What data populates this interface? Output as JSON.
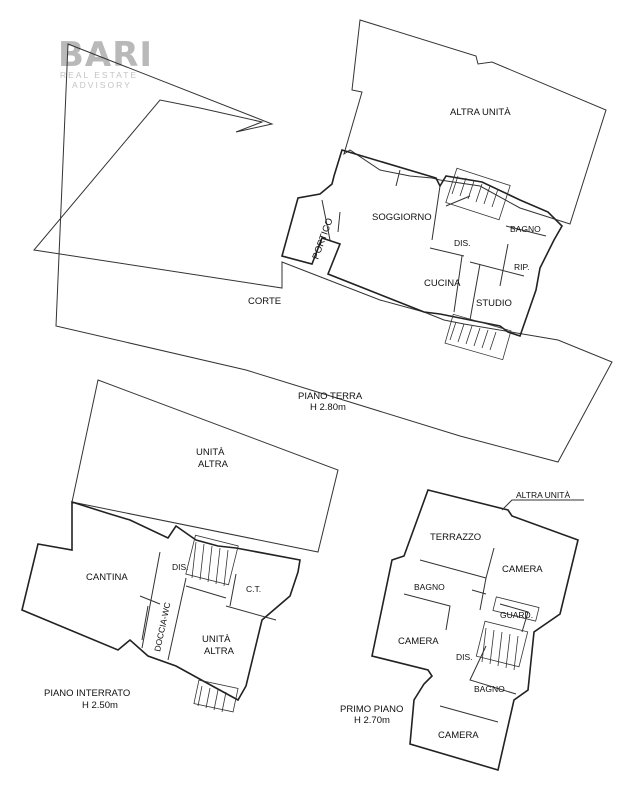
{
  "logo": {
    "brand": "BARI",
    "line1": "REAL ESTATE",
    "line2": "ADVISORY"
  },
  "ground_floor": {
    "rooms": {
      "altra_unita": "ALTRA UNITÀ",
      "soggiorno": "SOGGIORNO",
      "portico": "PORTICO",
      "dis": "DIS.",
      "bagno": "BAGNO",
      "rip": "RIP.",
      "cucina": "CUCINA",
      "studio": "STUDIO",
      "corte": "CORTE"
    },
    "title": "PIANO TERRA",
    "height": "H 2.80m"
  },
  "basement": {
    "rooms": {
      "unita_altra_1": "UNITÀ",
      "unita_altra_2": "ALTRA",
      "cantina": "CANTINA",
      "dis": "DIS.",
      "ct": "C.T.",
      "doccia_wc": "DOCCIA-WC",
      "unita2_1": "UNITÀ",
      "unita2_2": "ALTRA"
    },
    "title": "PIANO INTERRATO",
    "height": "H 2.50m"
  },
  "first_floor": {
    "rooms": {
      "altra_unita": "ALTRA UNITÀ",
      "terrazzo": "TERRAZZO",
      "camera_1": "CAMERA",
      "bagno_1": "BAGNO",
      "guard": "GUARD.",
      "camera_2": "CAMERA",
      "dis": "DIS.",
      "bagno_2": "BAGNO",
      "camera_3": "CAMERA"
    },
    "title": "PRIMO PIANO",
    "height": "H 2.70m"
  }
}
